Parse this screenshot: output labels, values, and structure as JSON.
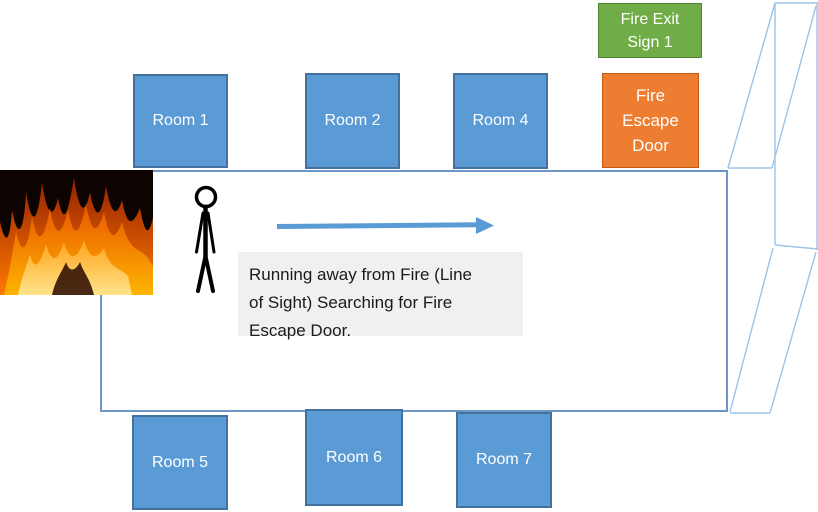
{
  "diagram_title": "fire-escape-corridor-diagram",
  "rooms_top": [
    {
      "label": "Room 1"
    },
    {
      "label": "Room 2"
    },
    {
      "label": "Room 4"
    }
  ],
  "rooms_bottom": [
    {
      "label": "Room 5"
    },
    {
      "label": "Room 6"
    },
    {
      "label": "Room 7"
    }
  ],
  "signs": {
    "fire_exit_sign": {
      "label": "Fire Exit Sign 1"
    },
    "fire_escape_door": {
      "label": "Fire Escape Door"
    }
  },
  "caption": {
    "full_text": "Running away from Fire (Line of Sight) Searching for Fire Escape Door.",
    "lines": [
      "Running away from Fire (Line",
      "of Sight) Searching for Fire",
      "Escape Door."
    ]
  },
  "icons": {
    "fire": "fire-photo",
    "person": "stick-figure",
    "direction": "right-arrow",
    "exit_perspective": "open-door-wireframe"
  },
  "colors": {
    "room_fill": "#5B9BD5",
    "room_border": "#41719C",
    "green_fill": "#70AD47",
    "green_border": "#548235",
    "orange_fill": "#ED7D31",
    "orange_border": "#C55A11",
    "arrow": "#5B9BD5",
    "corridor_border": "#6C96C8",
    "wireframe_line": "#9DC3E6",
    "caption_bg": "#F0F0F0",
    "figure_stroke": "#000000"
  }
}
